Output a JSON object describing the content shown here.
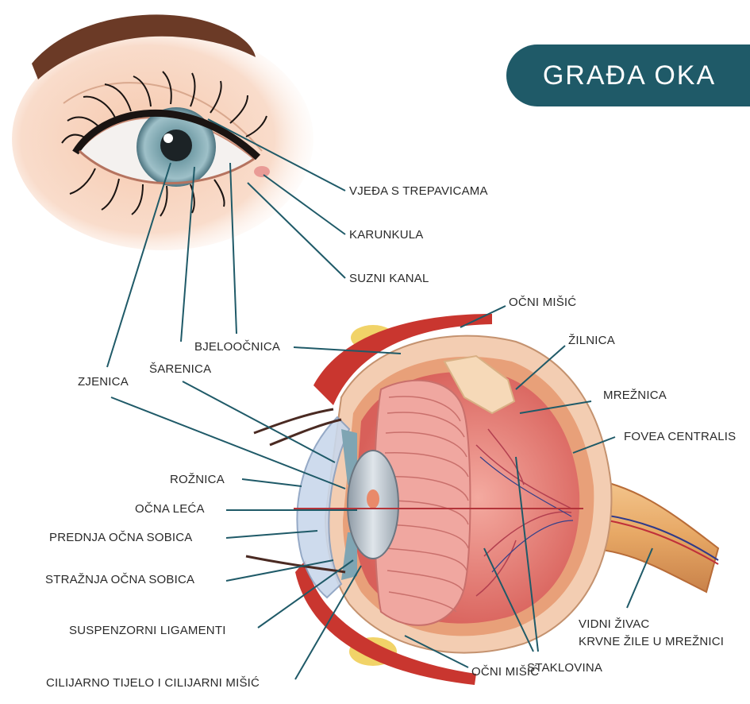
{
  "title": "GRAĐA OKA",
  "colors": {
    "title_bg": "#1f5a68",
    "leader_line": "#1f5a68",
    "sclera": "#f3cdb2",
    "lens": "#b9c3cc",
    "iris": "#7fa5b3",
    "vitreous": "#e9877f",
    "muscle": "#c9362f",
    "fat": "#f1d368",
    "optic_nerve": "#e7a865",
    "skin": "#f7d7c4",
    "eyebrow": "#6b3a26"
  },
  "icons": [
    "eye-illustration",
    "eyeball-cross-section-illustration"
  ],
  "labels": {
    "vjeda": "VJEĐA S TREPAVICAMA",
    "karunkula": "KARUNKULA",
    "suzni_kanal": "SUZNI KANAL",
    "ocni_misic_top": "OČNI MIŠIĆ",
    "zilnica": "ŽILNICA",
    "bjeloocnica": "BJELOOČNICA",
    "sarenica": "ŠARENICA",
    "zjenica": "ZJENICA",
    "reznica": "MREŽNICA",
    "fovea": "FOVEA CENTRALIS",
    "roznica": "ROŽNICA",
    "ocna_leca": "OČNA LEĆA",
    "prednja": "PREDNJA OČNA SOBICA",
    "straznja": "STRAŽNJA OČNA SOBICA",
    "suspenzorni": "SUSPENZORNI LIGAMENTI",
    "cilijarno": "CILIJARNO TIJELO I CILIJARNI MIŠIĆ",
    "ocni_misic_bottom": "OČNI MIŠIĆ",
    "staklovina": "STAKLOVINA",
    "vidni_zivac": "VIDNI ŽIVAC",
    "krvne_zile": "KRVNE ŽILE U MREŽNICI"
  }
}
